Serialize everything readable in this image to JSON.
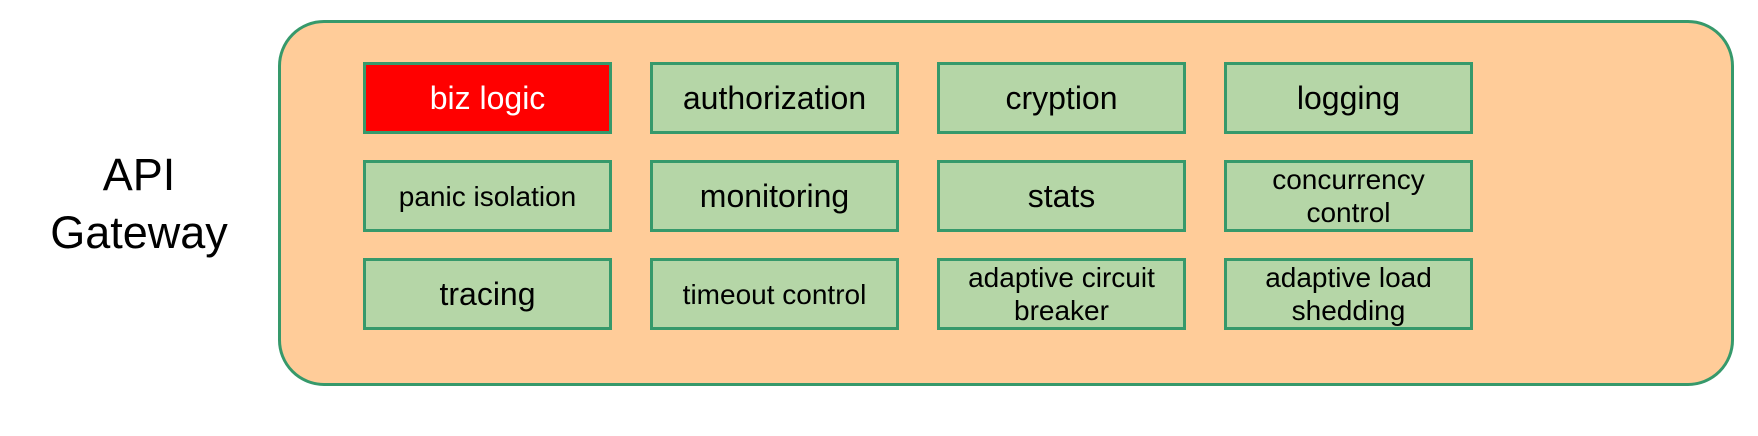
{
  "diagram": {
    "side_label": "API\nGateway",
    "container": {
      "name": "api-gateway-container",
      "fill_color": "#ffcc99",
      "border_color": "#36996b"
    },
    "box_styles": {
      "default_fill": "#b5d6a7",
      "default_border": "#36996b",
      "default_text": "#000000",
      "highlight_fill": "#ff0000",
      "highlight_text": "#ffffff"
    },
    "rows": [
      {
        "row_index": 1,
        "boxes": [
          {
            "label": "biz logic",
            "highlight": true,
            "size": "large"
          },
          {
            "label": "authorization",
            "highlight": false,
            "size": "large"
          },
          {
            "label": "cryption",
            "highlight": false,
            "size": "large"
          },
          {
            "label": "logging",
            "highlight": false,
            "size": "large"
          }
        ]
      },
      {
        "row_index": 2,
        "boxes": [
          {
            "label": "panic isolation",
            "highlight": false,
            "size": "small"
          },
          {
            "label": "monitoring",
            "highlight": false,
            "size": "large"
          },
          {
            "label": "stats",
            "highlight": false,
            "size": "large"
          },
          {
            "label": "concurrency\ncontrol",
            "highlight": false,
            "size": "small"
          }
        ]
      },
      {
        "row_index": 3,
        "boxes": [
          {
            "label": "tracing",
            "highlight": false,
            "size": "large"
          },
          {
            "label": "timeout control",
            "highlight": false,
            "size": "small"
          },
          {
            "label": "adaptive circuit\nbreaker",
            "highlight": false,
            "size": "small"
          },
          {
            "label": "adaptive load\nshedding",
            "highlight": false,
            "size": "small"
          }
        ]
      }
    ]
  }
}
